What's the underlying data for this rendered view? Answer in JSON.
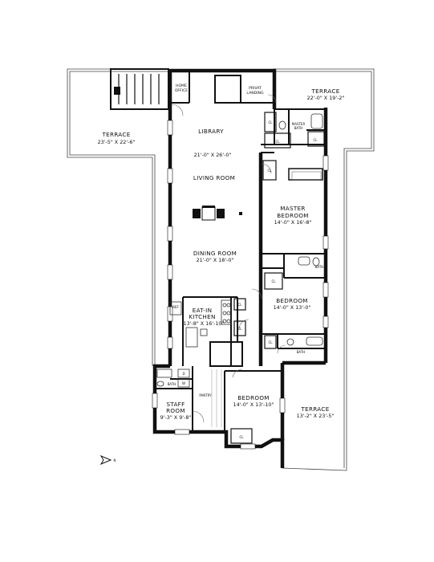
{
  "rooms": {
    "terrace_west": {
      "name": "TERRACE",
      "dims": "23'-5\" X 22'-6\""
    },
    "terrace_ne": {
      "name": "TERRACE",
      "dims": "22'-0\" X 19'-2\""
    },
    "terrace_se": {
      "name": "TERRACE",
      "dims": "13'-2\" X 23'-5\""
    },
    "home_office": {
      "line1": "HOME",
      "line2": "OFFICE"
    },
    "private_landing": {
      "line1": "PRIVAT",
      "line2": "LANDING"
    },
    "library": {
      "name": "LIBRARY",
      "dims": "21'-0\" X 26'-0\""
    },
    "living_room": {
      "name": "LIVING ROOM"
    },
    "dining_room": {
      "name": "DINING ROOM",
      "dims": "21'-0\" X 18'-0\""
    },
    "master_bedroom": {
      "line1": "MASTER",
      "line2": "BEDROOM",
      "dims": "14'-0\" X 16'-8\""
    },
    "master_bath": {
      "line1": "MASTER",
      "line2": "BATH"
    },
    "bedroom_2": {
      "name": "BEDROOM",
      "dims": "14'-0\" X 13'-0\""
    },
    "bedroom_3": {
      "name": "BEDROOM",
      "dims": "14'-0\" X 13'-10\""
    },
    "kitchen": {
      "line1": "EAT-IN",
      "line2": "KITCHEN",
      "dims": "13'-8\" X 16'-10\""
    },
    "staff_room": {
      "line1": "STAFF",
      "line2": "ROOM",
      "dims": "9'-3\" X 9'-8\""
    },
    "pantry": {
      "name": "PANTRY"
    }
  },
  "small_labels": {
    "closet": "CL",
    "bath": "BATH",
    "refrigerator": "REF",
    "dryer": "D",
    "washer": "W"
  },
  "compass": {
    "label": "N"
  },
  "colors": {
    "wall": "#111111",
    "line": "#333333",
    "background": "#ffffff"
  }
}
